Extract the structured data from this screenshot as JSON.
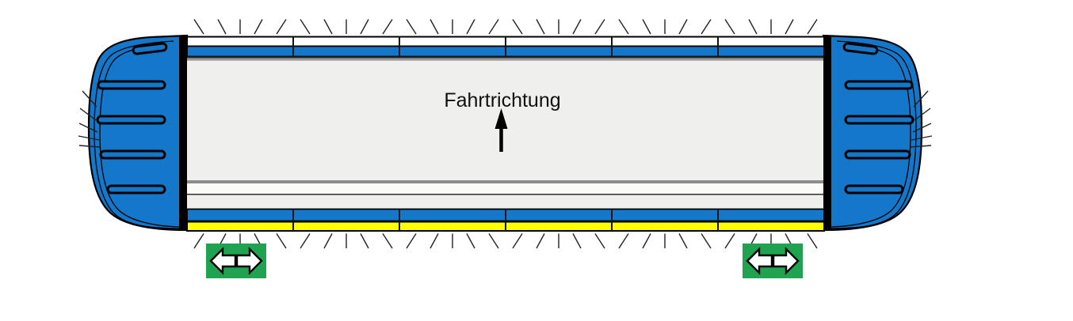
{
  "diagram": {
    "direction_label": "Fahrtrichtung",
    "direction_icon": "up-arrow-icon",
    "segment_count": 6,
    "colors": {
      "blue": "#1577C9",
      "yellow": "#FFFF00",
      "green": "#1FA351",
      "body": "#EFEFEE"
    },
    "left_panel_icons": [
      "arrow-left",
      "arrow-right"
    ],
    "right_panel_icons": [
      "arrow-left",
      "arrow-right"
    ]
  }
}
